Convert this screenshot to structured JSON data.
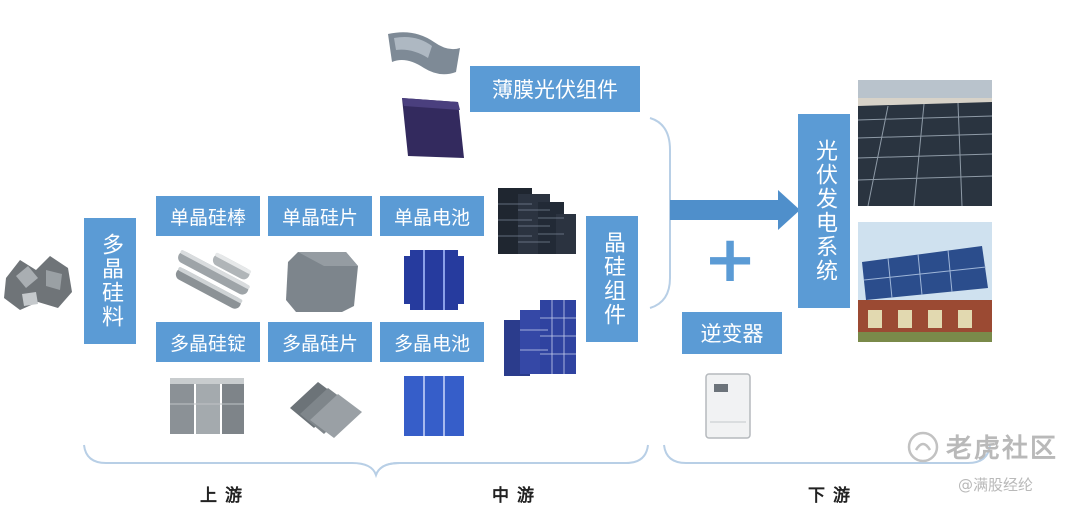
{
  "nodes": {
    "polysilicon": "多晶硅料",
    "mono_rod": "单晶硅棒",
    "mono_wafer": "单晶硅片",
    "mono_cell": "单晶电池",
    "poly_ingot": "多晶硅锭",
    "poly_wafer": "多晶硅片",
    "poly_cell": "多晶电池",
    "thin_film_module": "薄膜光伏组件",
    "crystalline_module": "晶硅组件",
    "inverter": "逆变器",
    "pv_system": "光伏发电系统",
    "plus": "+"
  },
  "stages": {
    "upstream": "上游",
    "midstream": "中游",
    "downstream": "下游"
  },
  "watermark": {
    "brand": "老虎社区",
    "author": "@满股经纶"
  },
  "colors": {
    "box": "#5b9bd5",
    "arrow": "#4f8fcb",
    "bracket": "#b8cfe6"
  }
}
